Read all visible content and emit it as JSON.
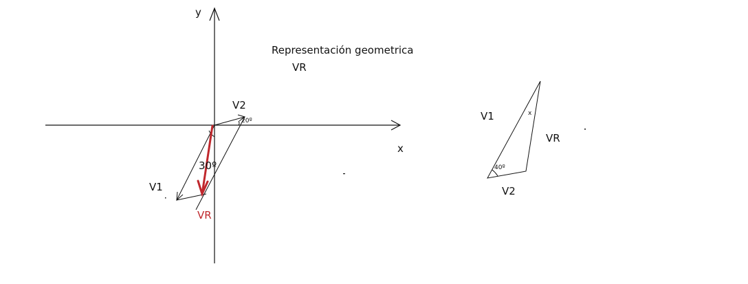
{
  "title": "Representación geometrica",
  "subtitle": "VR",
  "axes": {
    "x_label": "x",
    "y_label": "y"
  },
  "parallelogram": {
    "v1_label": "V1",
    "v2_label": "V2",
    "vr_label": "VR",
    "angle_v2": "20º",
    "angle_v1": "30º"
  },
  "triangle": {
    "v1_label": "V1",
    "v2_label": "V2",
    "vr_label": "VR",
    "angle_bottom": "40º",
    "angle_top": "x"
  },
  "colors": {
    "stroke": "#111111",
    "resultant": "#c0282d"
  }
}
